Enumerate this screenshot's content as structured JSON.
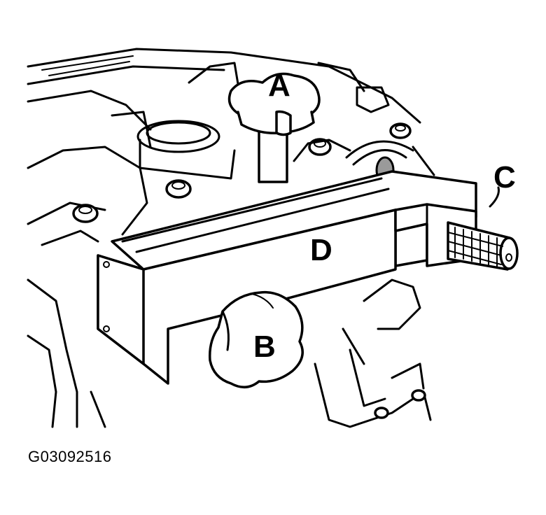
{
  "callouts": {
    "a": "A",
    "b": "B",
    "c": "C",
    "d": "D"
  },
  "figure_code": "G03092516"
}
